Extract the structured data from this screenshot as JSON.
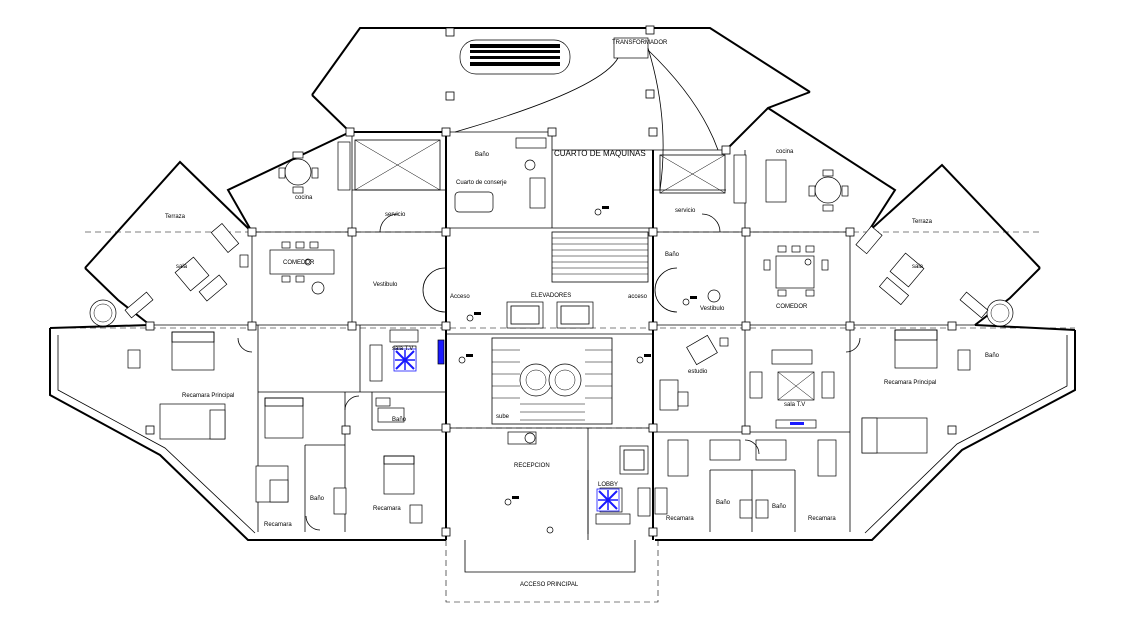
{
  "labels": {
    "transformador": "TRANSFORMADOR",
    "cuarto_maquinas": "CUARTO DE MAQUINAS",
    "bano_top": "Baño",
    "cuarto_conserje": "Cuarto de conserje",
    "cocina_left": "cocina",
    "cocina_right": "cocina",
    "servicio_left": "servicio",
    "servicio_right": "servicio",
    "terraza_left": "Terraza",
    "terraza_right": "Terraza",
    "sala_left": "sala",
    "sala_right": "sala",
    "comedor_left": "COMEDOR",
    "comedor_right": "COMEDOR",
    "vestibulo_left": "Vestibulo",
    "vestibulo_right": "Vestibulo",
    "acceso_left": "Acceso",
    "acceso_right": "acceso",
    "elevadores": "ELEVADORES",
    "bano_center_right": "Baño",
    "sala_tv_left": "sala T.V",
    "sala_tv_right": "sala T.V",
    "estudio": "estudio",
    "bano_far_right": "Baño",
    "recamara_principal_left": "Recamara Principal",
    "recamara_principal_right": "Recamara Principal",
    "bano_mid_left": "Baño",
    "bano_lower_left": "Baño",
    "sube": "sube",
    "recepcion": "RECEPCION",
    "lobby": "LOBBY",
    "recamara_1": "Recamara",
    "recamara_2": "Recamara",
    "recamara_3": "Recamara",
    "recamara_4": "Recamara",
    "bano_bottom_1": "Baño",
    "bano_bottom_2": "Baño",
    "acceso_principal": "ACCESO PRINCIPAL"
  },
  "colors": {
    "line": "#000000",
    "accent": "#1a1aff"
  }
}
